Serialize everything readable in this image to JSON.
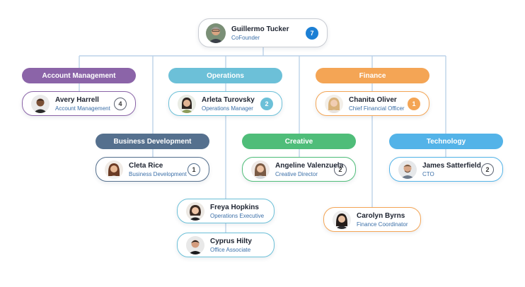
{
  "colors": {
    "purple": "#8b64a8",
    "teal": "#6cc0d8",
    "orange": "#f4a555",
    "slate": "#55708e",
    "green": "#4fbd79",
    "blue": "#53b3e8",
    "gray": "#c9ccd3",
    "connector": "#bcd2e8",
    "badge_blue": "#1c7fd4"
  },
  "root": {
    "name": "Guillermo Tucker",
    "role": "CoFounder",
    "count": "7"
  },
  "departments": {
    "account_management": "Account Management",
    "operations": "Operations",
    "finance": "Finance",
    "business_development": "Business Development",
    "creative": "Creative",
    "technology": "Technology"
  },
  "people": {
    "avery": {
      "name": "Avery Harrell",
      "role": "Account Management",
      "count": "4"
    },
    "arleta": {
      "name": "Arleta Turovsky",
      "role": "Operations Manager",
      "count": "2"
    },
    "chanita": {
      "name": "Chanita Oliver",
      "role": "Chief Financial Officer",
      "count": "1"
    },
    "cleta": {
      "name": "Cleta Rice",
      "role": "Business Development",
      "count": "1"
    },
    "angeline": {
      "name": "Angeline Valenzuela",
      "role": "Creative Director",
      "count": "2"
    },
    "james": {
      "name": "James Satterfield",
      "role": "CTO",
      "count": "2"
    },
    "freya": {
      "name": "Freya Hopkins",
      "role": "Operations Executive"
    },
    "cyprus": {
      "name": "Cyprus Hilty",
      "role": "Office Associate"
    },
    "carolyn": {
      "name": "Carolyn Byrns",
      "role": "Finance Coordinator"
    }
  }
}
